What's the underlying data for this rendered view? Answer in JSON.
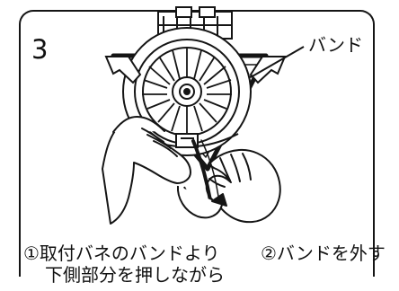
{
  "step": {
    "number": "3"
  },
  "callout": {
    "label": "バンド"
  },
  "instructions": {
    "left_line_1": "①取付バネのバンドより",
    "left_line_2": "下側部分を押しながら",
    "right_line_1": "②バンドを外す"
  },
  "colors": {
    "line": "#151515",
    "hand_fill": "#ffffff",
    "background": "#ffffff"
  }
}
